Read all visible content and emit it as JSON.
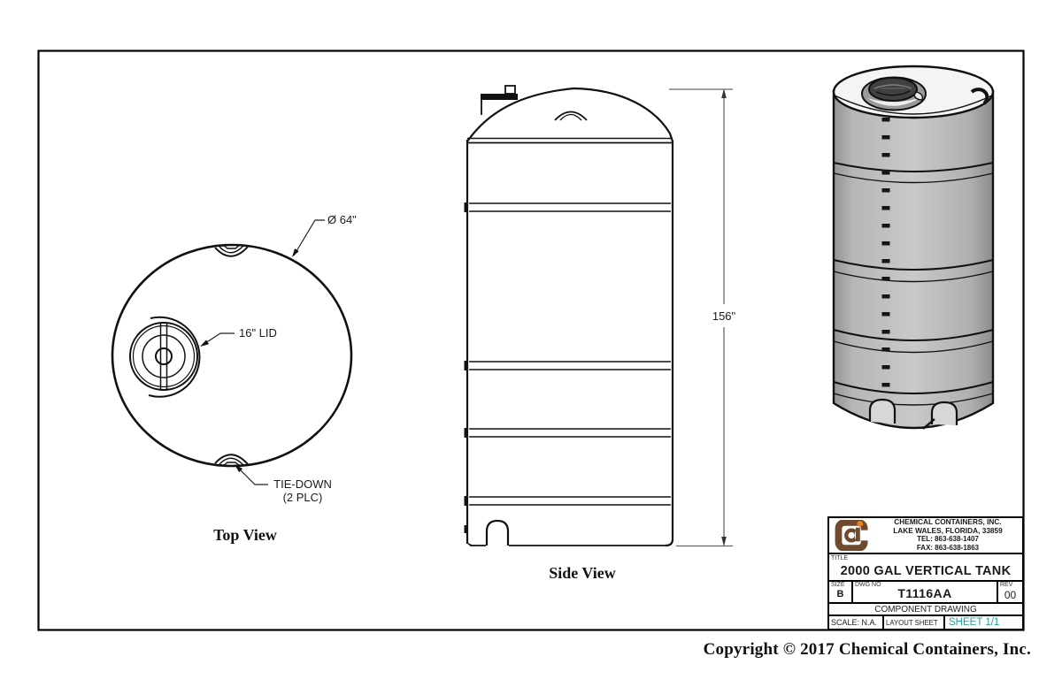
{
  "drawing": {
    "top_view": {
      "label": "Top View",
      "diameter_annotation": "Ø 64\"",
      "lid_annotation": "16\" LID",
      "tie_down_line1": "TIE-DOWN",
      "tie_down_line2": "(2 PLC)"
    },
    "side_view": {
      "label": "Side View",
      "height_annotation": "156\""
    }
  },
  "title_block": {
    "company": {
      "name": "CHEMICAL CONTAINERS, INC.",
      "address": "LAKE WALES, FLORIDA, 33859",
      "tel": "TEL: 863-638-1407",
      "fax": "FAX: 863-638-1863"
    },
    "title_label": "TITLE",
    "title": "2000 GAL VERTICAL TANK",
    "size_label": "SIZE",
    "size": "B",
    "dwg_no_label": "DWG NO",
    "dwg_no": "T1116AA",
    "rev_label": "REV",
    "rev": "00",
    "drawing_type": "COMPONENT DRAWING",
    "scale": "SCALE: N.A.",
    "layout": "LAYOUT SHEET",
    "sheet": "SHEET 1/1",
    "colors": {
      "accent_teal": "#2e9b9b",
      "logo_brown": "#6f4a2e",
      "logo_orange": "#e8821e",
      "line_black": "#111111"
    }
  },
  "footer": {
    "copyright": "Copyright © 2017 Chemical Containers, Inc."
  }
}
